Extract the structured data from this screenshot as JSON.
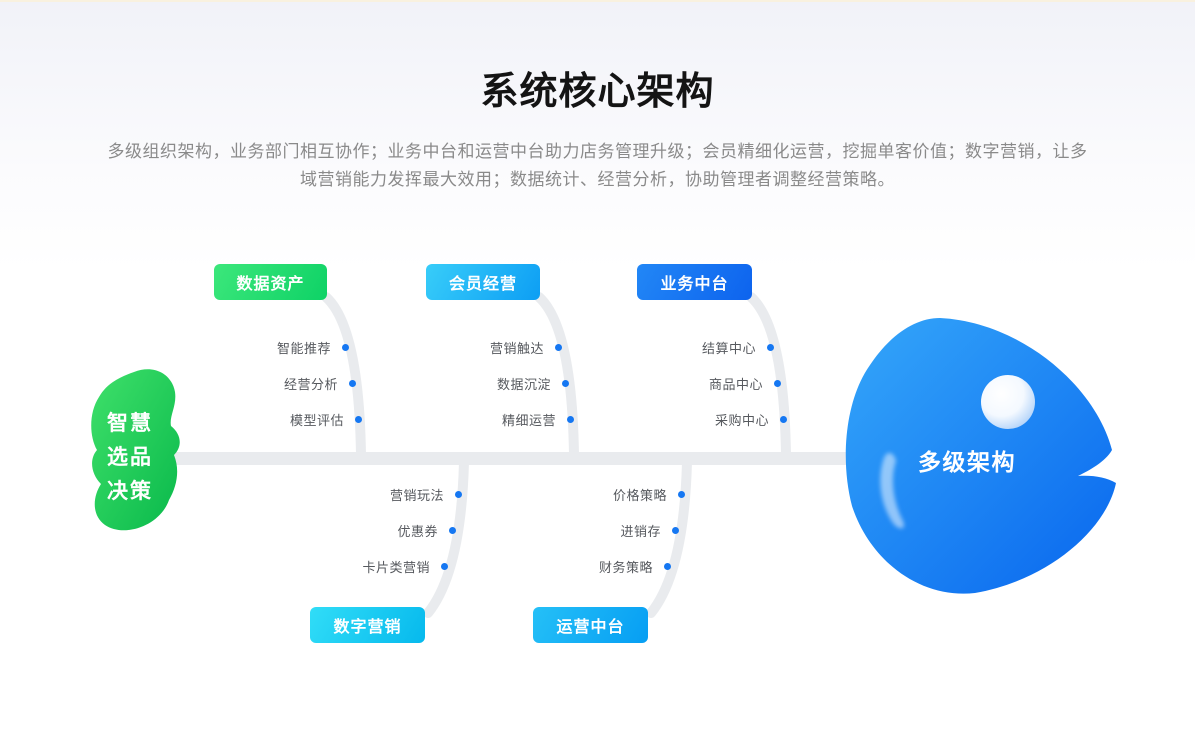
{
  "page": {
    "title": "系统核心架构",
    "subtitle_lines": [
      "多级组织架构，业务部门相互协作；业务中台和运营中台助力店务管理升级；会员精细化运营，挖掘单客价值；数字营销，让多",
      "域营销能力发挥最大效用；数据统计、经营分析，协助管理者调整经营策略。"
    ]
  },
  "fishbone": {
    "tail": {
      "label": "智慧选品决策",
      "lines": [
        "智慧",
        "选品",
        "决策"
      ]
    },
    "head": {
      "label": "多级架构"
    },
    "branches": [
      {
        "label": "数据资产",
        "position": "top",
        "items": [
          "智能推荐",
          "经营分析",
          "模型评估"
        ]
      },
      {
        "label": "会员经营",
        "position": "top",
        "items": [
          "营销触达",
          "数据沉淀",
          "精细运营"
        ]
      },
      {
        "label": "业务中台",
        "position": "top",
        "items": [
          "结算中心",
          "商品中心",
          "采购中心"
        ]
      },
      {
        "label": "数字营销",
        "position": "bottom",
        "items": [
          "营销玩法",
          "优惠券",
          "卡片类营销"
        ]
      },
      {
        "label": "运营中台",
        "position": "bottom",
        "items": [
          "价格策略",
          "进销存",
          "财务策略"
        ]
      }
    ],
    "colors": {
      "bone": "#E9EBEE",
      "dot": "#1577F2",
      "item_text": "#56595E",
      "title_text": "#141414",
      "subtitle_text": "#8A8A8A",
      "tail_gradient": [
        "#3FE06A",
        "#09B94B"
      ],
      "head_gradient": [
        "#35A7FA",
        "#0866EE"
      ],
      "branch_gradients": [
        [
          "#3CE77B",
          "#0ED266"
        ],
        [
          "#38CDF9",
          "#0D9EF4"
        ],
        [
          "#2287F6",
          "#0D63EE"
        ],
        [
          "#31DDF7",
          "#06B9ED"
        ],
        [
          "#25C0F7",
          "#069EF3"
        ]
      ]
    }
  }
}
